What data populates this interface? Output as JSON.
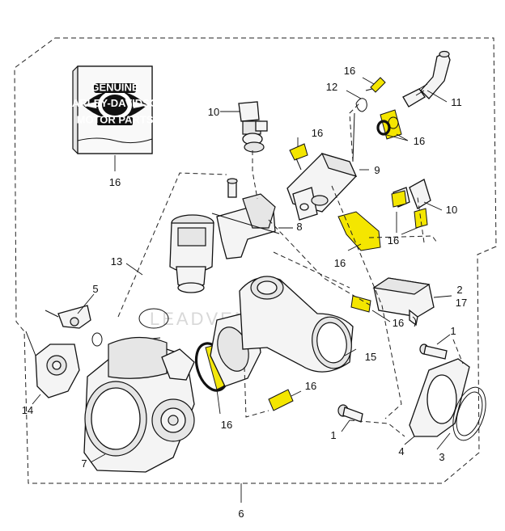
{
  "callouts": [
    {
      "id": "c6",
      "text": "6"
    },
    {
      "id": "c16-box",
      "text": "16"
    },
    {
      "id": "c10-top",
      "text": "10"
    },
    {
      "id": "c16-a",
      "text": "16"
    },
    {
      "id": "c12",
      "text": "12"
    },
    {
      "id": "c11",
      "text": "11"
    },
    {
      "id": "c16-b",
      "text": "16"
    },
    {
      "id": "c16-c",
      "text": "16"
    },
    {
      "id": "c9",
      "text": "9"
    },
    {
      "id": "c10-right",
      "text": "10"
    },
    {
      "id": "c16-d",
      "text": "16"
    },
    {
      "id": "c8",
      "text": "8"
    },
    {
      "id": "c16-e",
      "text": "16"
    },
    {
      "id": "c13",
      "text": "13"
    },
    {
      "id": "c5",
      "text": "5"
    },
    {
      "id": "c2",
      "text": "2"
    },
    {
      "id": "c17",
      "text": "17"
    },
    {
      "id": "c16-f",
      "text": "16"
    },
    {
      "id": "c1-right",
      "text": "1"
    },
    {
      "id": "c15",
      "text": "15"
    },
    {
      "id": "c14",
      "text": "14"
    },
    {
      "id": "c16-g",
      "text": "16"
    },
    {
      "id": "c16-h",
      "text": "16"
    },
    {
      "id": "c7",
      "text": "7"
    },
    {
      "id": "c1-left",
      "text": "1"
    },
    {
      "id": "c4",
      "text": "4"
    },
    {
      "id": "c3",
      "text": "3"
    }
  ],
  "logo": {
    "brand_top": "GENUINE",
    "brand_bottom": "MOTOR PARTS",
    "badge": "HARLEY-DAVIDSON"
  },
  "watermark": "LEADVENTURE",
  "colors": {
    "highlight": "#f4e600",
    "line": "#111111"
  }
}
